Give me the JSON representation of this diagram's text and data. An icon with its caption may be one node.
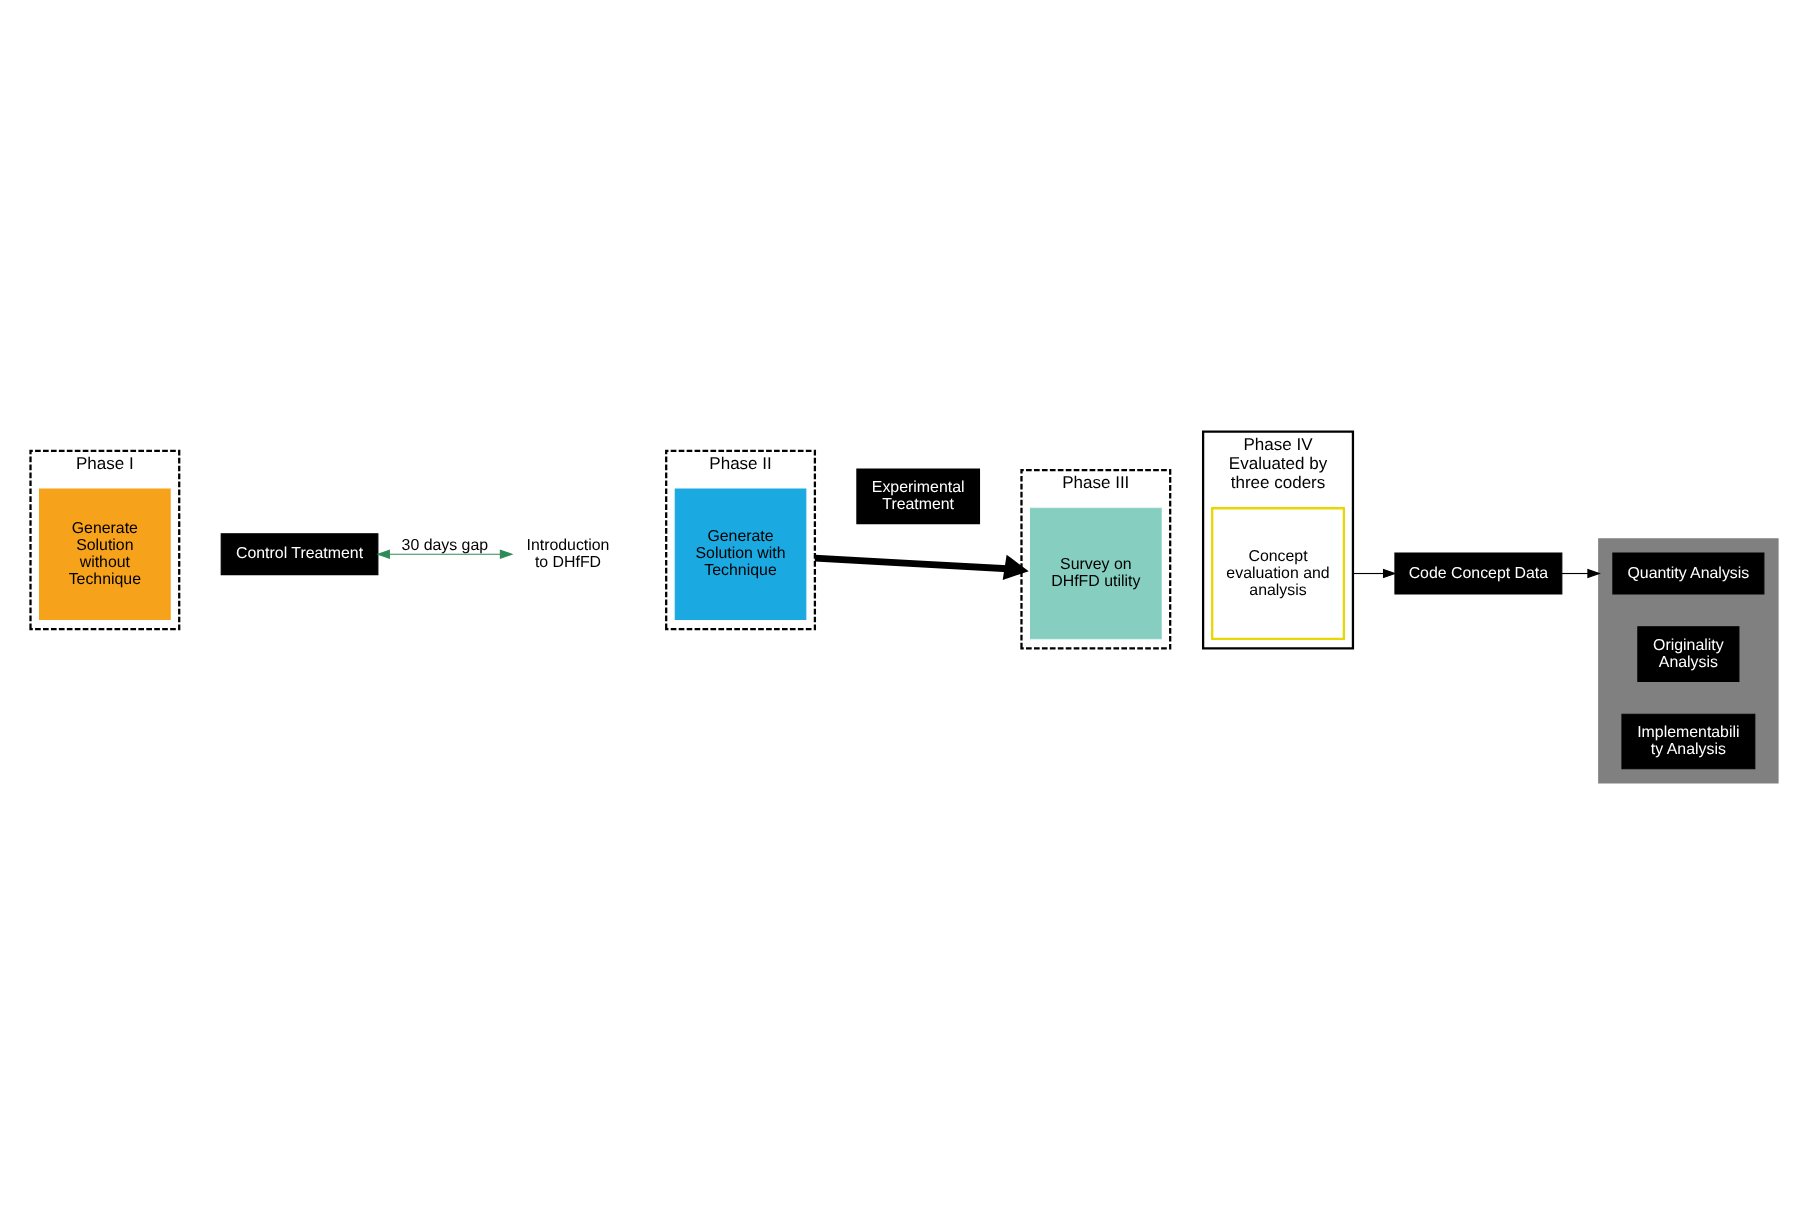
{
  "diagram": {
    "nodes": [
      {
        "text": [
          "Phase I"
        ]
      },
      {
        "text": [
          "Generate Solution without Technique"
        ],
        "in": 0
      },
      {
        "text": [
          "Control Treatment"
        ]
      },
      {
        "text": [
          "Introduction to DHfFD"
        ]
      },
      {
        "text": [
          "Phase II"
        ]
      },
      {
        "text": [
          "Generate Solution with Technique"
        ],
        "in": 4
      },
      {
        "text": [
          "Experimental Treatment"
        ]
      },
      {
        "text": [
          "Phase III"
        ]
      },
      {
        "text": [
          "Survey on DHfFD utility"
        ],
        "in": 7
      },
      {
        "text": [
          "Phase IV",
          "Evaluated by three coders"
        ]
      },
      {
        "text": [
          "Concept evaluation and analysis"
        ],
        "in": 9
      },
      {
        "text": [
          "Code Concept Data"
        ]
      },
      {
        "text": [],
        "shape": "box"
      },
      {
        "text": [
          "Quantity Analysis"
        ],
        "in": 12
      },
      {
        "text": [
          "Originality Analysis"
        ],
        "in": 12
      },
      {
        "text": [
          "Implementability Analysis"
        ],
        "in": 12
      }
    ],
    "edges": [
      {
        "from": 2,
        "to": 3,
        "arrow": "both",
        "label": "30 days gap",
        "color": "#2e8b57"
      },
      {
        "from": 4,
        "to": 7,
        "arrow": "to",
        "style": "thick"
      },
      {
        "from": 9,
        "to": 11,
        "arrow": "to"
      },
      {
        "from": 11,
        "to": 12,
        "arrow": "to"
      }
    ]
  }
}
